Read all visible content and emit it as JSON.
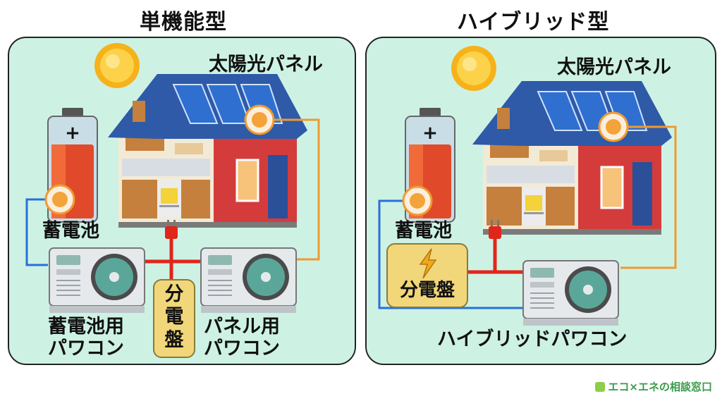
{
  "left": {
    "title": "単機能型",
    "solar_label": "太陽光パネル",
    "battery_label": "蓄電池",
    "panel_label": "分電盤",
    "battery_pcs_label_1": "蓄電池用",
    "battery_pcs_label_2": "パワコン",
    "solar_pcs_label_1": "パネル用",
    "solar_pcs_label_2": "パワコン"
  },
  "right": {
    "title": "ハイブリッド型",
    "solar_label": "太陽光パネル",
    "battery_label": "蓄電池",
    "panel_label": "分電盤",
    "hybrid_pcs_label": "ハイブリッドパワコン"
  },
  "footer": {
    "brand": "エコ×エネの相談窓口"
  },
  "colors": {
    "panel_bg": "#cdf2e4",
    "box_bg": "#f1d77a",
    "wire_blue": "#2a6fd8",
    "wire_orange": "#f09a30",
    "wire_red": "#e0251b"
  }
}
